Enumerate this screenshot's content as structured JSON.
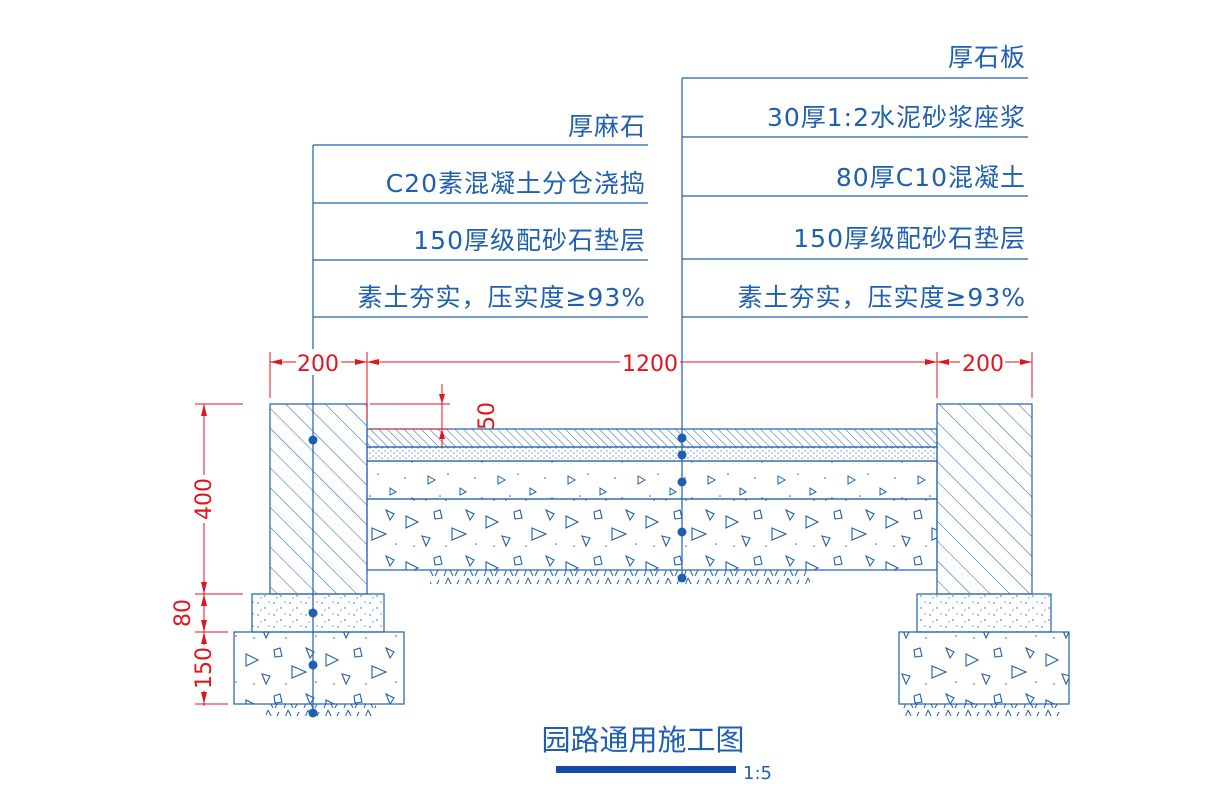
{
  "colors": {
    "line": "#1f5fb0",
    "dimension": "#e0161e",
    "scale_bar": "#1548a8"
  },
  "left_callout": {
    "labels": [
      "厚麻石",
      "C20素混凝土分仓浇捣",
      "150厚级配砂石垫层",
      "素土夯实，压实度≥93%"
    ]
  },
  "right_callout": {
    "labels": [
      "厚石板",
      "30厚1:2水泥砂浆座浆",
      "80厚C10混凝土",
      "150厚级配砂石垫层",
      "素土夯实，压实度≥93%"
    ]
  },
  "dimensions": {
    "left_curb_width": "200",
    "pavement_width": "1200",
    "right_curb_width": "200",
    "slab_thickness": "50",
    "curb_height": "400",
    "base_height": "80",
    "footing_height": "150"
  },
  "title": {
    "text": "园路通用施工图",
    "scale": "1:5"
  }
}
